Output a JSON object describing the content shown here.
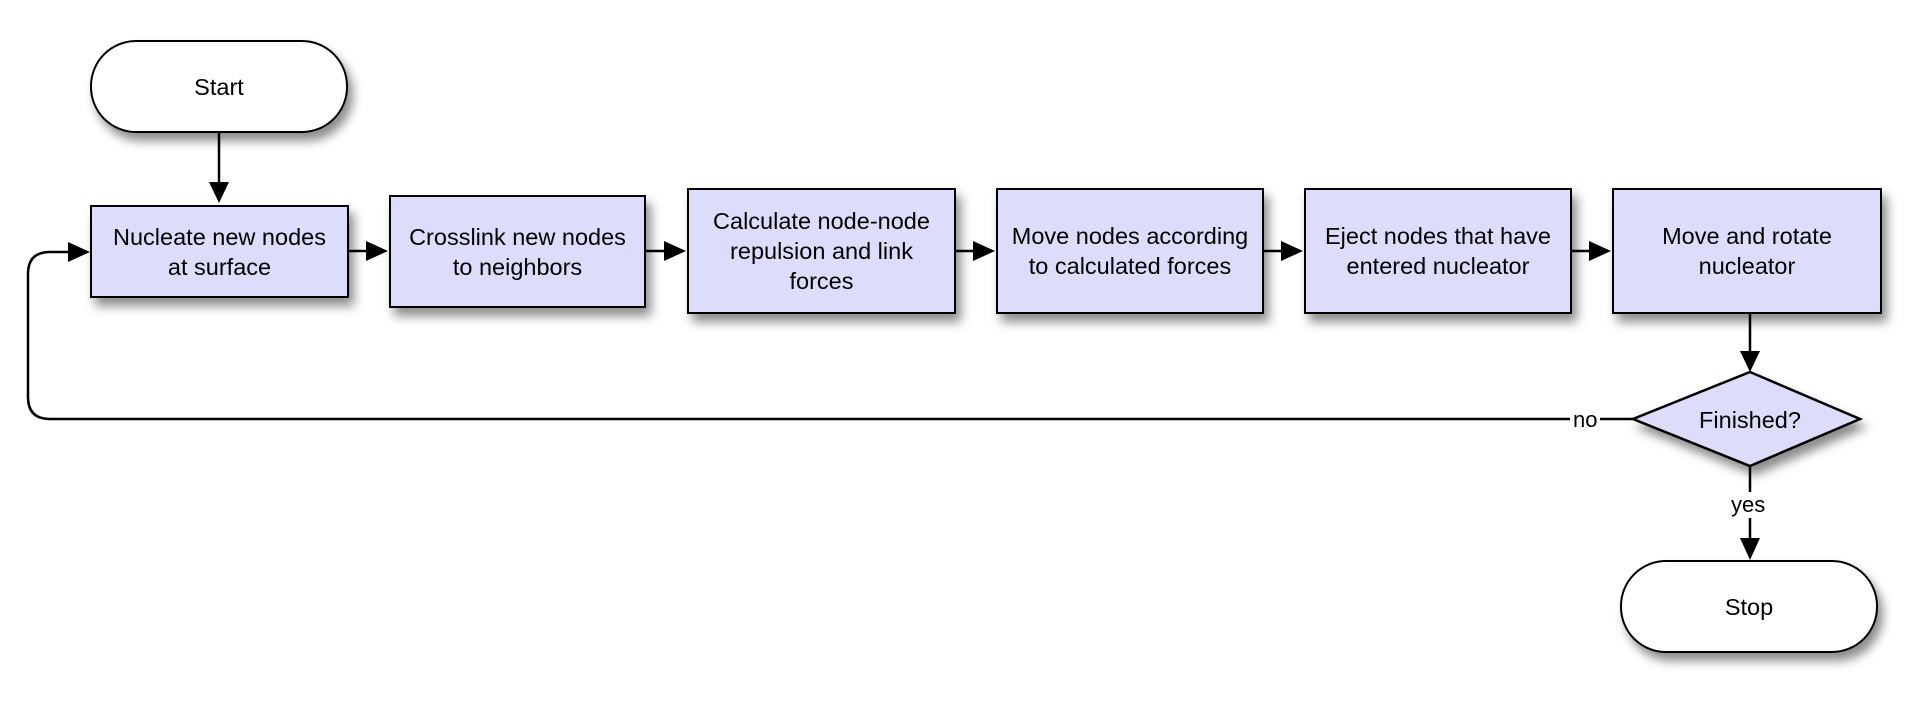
{
  "diagram": {
    "type": "flowchart",
    "nodes": {
      "start": "Start",
      "nucleate": "Nucleate new nodes at surface",
      "crosslink": "Crosslink new nodes to neighbors",
      "calculate": "Calculate node-node repulsion and link forces",
      "move_nodes": "Move nodes according to calculated forces",
      "eject": "Eject nodes that have entered nucleator",
      "move_rotate": "Move and rotate nucleator",
      "finished": "Finished?",
      "stop": "Stop"
    },
    "edge_labels": {
      "no": "no",
      "yes": "yes"
    },
    "edges": [
      [
        "start",
        "nucleate"
      ],
      [
        "nucleate",
        "crosslink"
      ],
      [
        "crosslink",
        "calculate"
      ],
      [
        "calculate",
        "move_nodes"
      ],
      [
        "move_nodes",
        "eject"
      ],
      [
        "eject",
        "move_rotate"
      ],
      [
        "move_rotate",
        "finished"
      ],
      [
        "finished",
        "nucleate",
        "no"
      ],
      [
        "finished",
        "stop",
        "yes"
      ]
    ],
    "colors": {
      "process_fill": "#dcdcfb",
      "terminal_fill": "#ffffff",
      "stroke": "#000000"
    }
  }
}
